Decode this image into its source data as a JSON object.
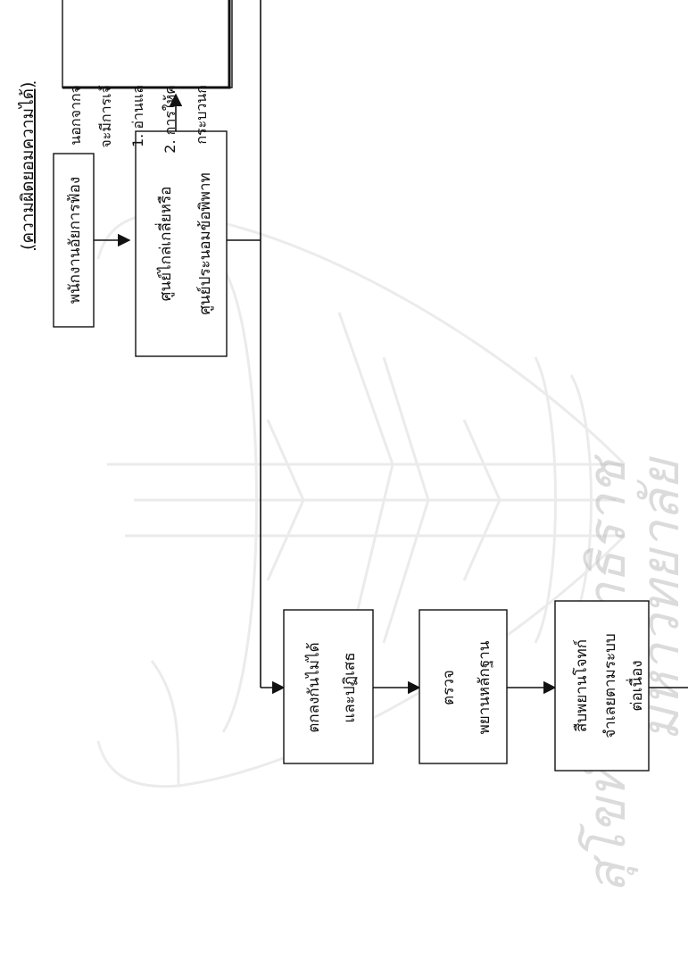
{
  "heading": "(ความผิดยอมความได้)",
  "nodes": {
    "prosecutor": {
      "lines": [
        "พนักงานอัยการฟ้อง"
      ]
    },
    "mediation": {
      "lines": [
        "ศูนย์ไกล่เกลี่ยหรือ",
        "ศูนย์ประนอมข้อพิพาท"
      ]
    },
    "note": {
      "lines": [
        "นอกจากจ",
        "จะมีการเจ้",
        "1. อ่านแล",
        "2. การให้ค",
        "กระบวนก"
      ]
    },
    "disagree": {
      "lines": [
        "ตกลงกันไม่ได้",
        "และปฏิเสธ"
      ]
    },
    "evidence": {
      "lines": [
        "ตรวจ",
        "พยานหลักฐาน"
      ]
    },
    "witness": {
      "lines": [
        "สืบพยานโจทก์",
        "จำเลยตามระบบ",
        "ต่อเนื่อง"
      ]
    }
  },
  "watermark": {
    "lines": [
      "มหาวิทยาลัย",
      "สุโขทัยธรรมาธิราช"
    ]
  }
}
